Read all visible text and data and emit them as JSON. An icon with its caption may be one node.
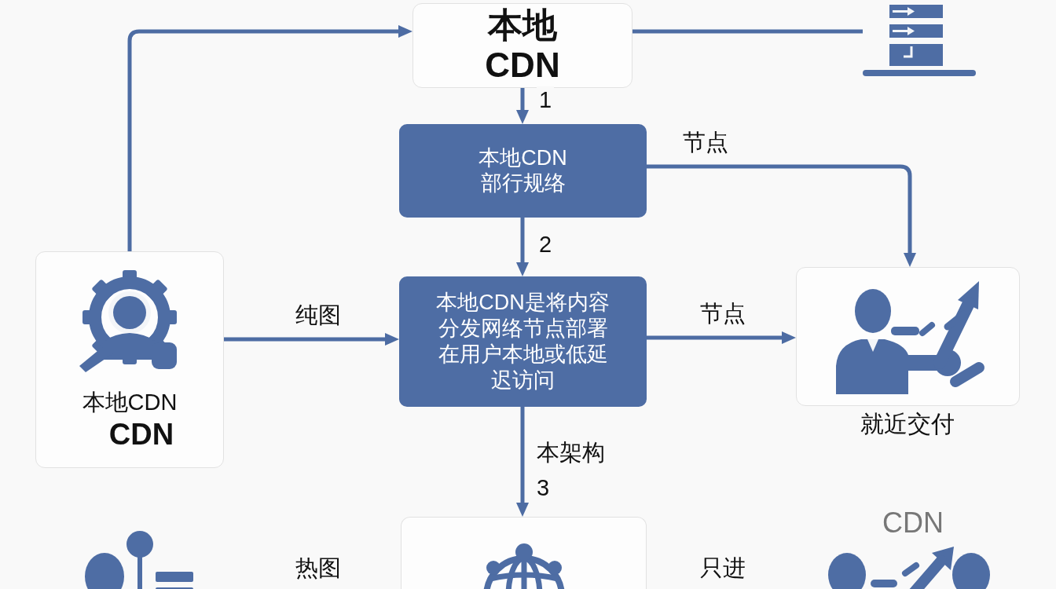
{
  "diagram": {
    "nodes": [
      {
        "text": [
          "本地CDN"
        ]
      },
      {
        "text": [],
        "shape": "picture"
      },
      {
        "text": [
          "本地CDN部行规络"
        ]
      },
      {
        "text": [
          "本地CDN",
          "CDN"
        ]
      },
      {
        "text": [
          "本地CDN是将内容分发网络节点部署在用户本地或低延迟访问"
        ]
      },
      {
        "text": [],
        "shape": "box",
        "beside": [
          "就近交付"
        ]
      },
      {
        "text": [],
        "shape": "box"
      }
    ],
    "edges": [
      {
        "from": 3,
        "to": 0,
        "arrow": "to"
      },
      {
        "from": 0,
        "to": 1,
        "arrow": "none"
      },
      {
        "from": 0,
        "to": 2,
        "arrow": "to",
        "label": "1"
      },
      {
        "from": 2,
        "to": 5,
        "arrow": "to",
        "label": "节点"
      },
      {
        "from": 2,
        "to": 4,
        "arrow": "to",
        "label": "2"
      },
      {
        "from": 3,
        "to": 4,
        "arrow": "to",
        "label": "纯图"
      },
      {
        "from": 4,
        "to": 5,
        "arrow": "to",
        "label": "节点"
      },
      {
        "from": 4,
        "to": 6,
        "arrow": "to",
        "label": "本架构 3"
      }
    ],
    "labels": [
      "CDN",
      "热图",
      "只进"
    ]
  }
}
